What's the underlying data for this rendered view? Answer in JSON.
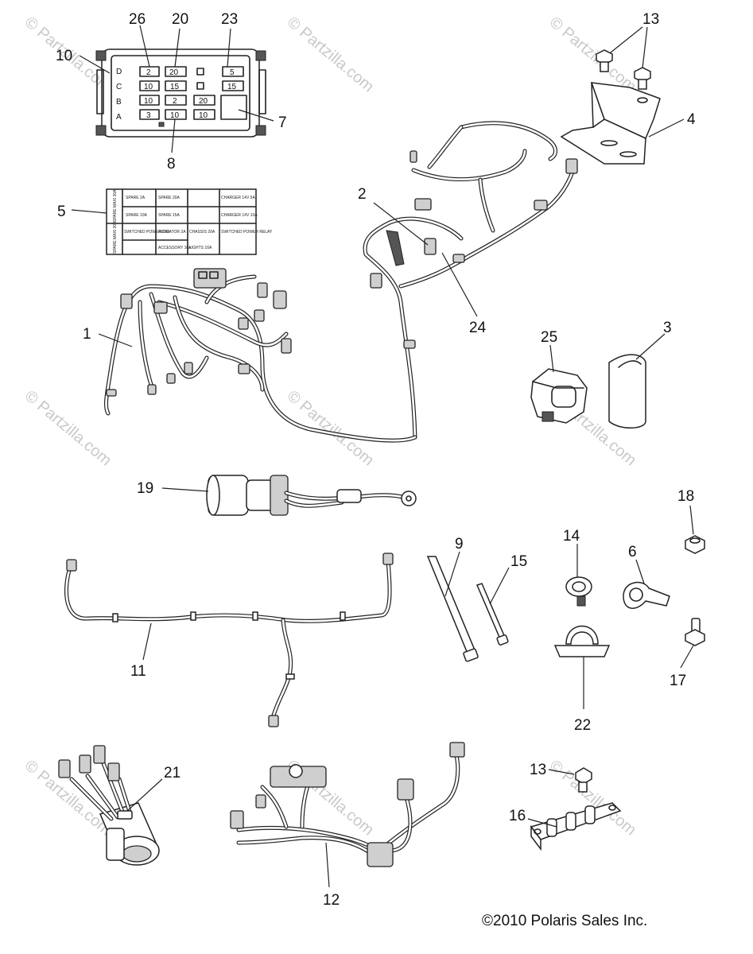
{
  "watermark": {
    "text": "© Partzilla.com"
  },
  "copyright": "©2010 Polaris Sales Inc.",
  "callouts": {
    "c1": "1",
    "c2": "2",
    "c3": "3",
    "c4": "4",
    "c5": "5",
    "c6": "6",
    "c7": "7",
    "c8": "8",
    "c9": "9",
    "c10": "10",
    "c11": "11",
    "c12": "12",
    "c13a": "13",
    "c13b": "13",
    "c14": "14",
    "c15": "15",
    "c16": "16",
    "c17": "17",
    "c18": "18",
    "c19": "19",
    "c20": "20",
    "c21": "21",
    "c22": "22",
    "c23": "23",
    "c24": "24",
    "c25": "25",
    "c26": "26"
  },
  "fuse_box": {
    "row_letters": [
      "D",
      "C",
      "B",
      "A"
    ],
    "fuses": [
      "2",
      "20",
      "5",
      "10",
      "15",
      "15",
      "10",
      "2",
      "20",
      "3",
      "10",
      "10"
    ]
  },
  "fuse_label": {
    "cells": [
      "SPARE 2A",
      "SPARE 20A",
      "CHARGER 14V 5A",
      "SPARE 10A",
      "SPARE 15A",
      "CHARGER 14V 10A",
      "SWITCHED POWER 10A",
      "INDICATOR 2A",
      "CHASSIS 20A",
      "SWITCHED POWER RELAY",
      "ACCESSORY 10A",
      "LIGHTS 10A"
    ],
    "side": [
      "SPARE MAXI 30A",
      "SPARE MAXI 30A"
    ]
  }
}
